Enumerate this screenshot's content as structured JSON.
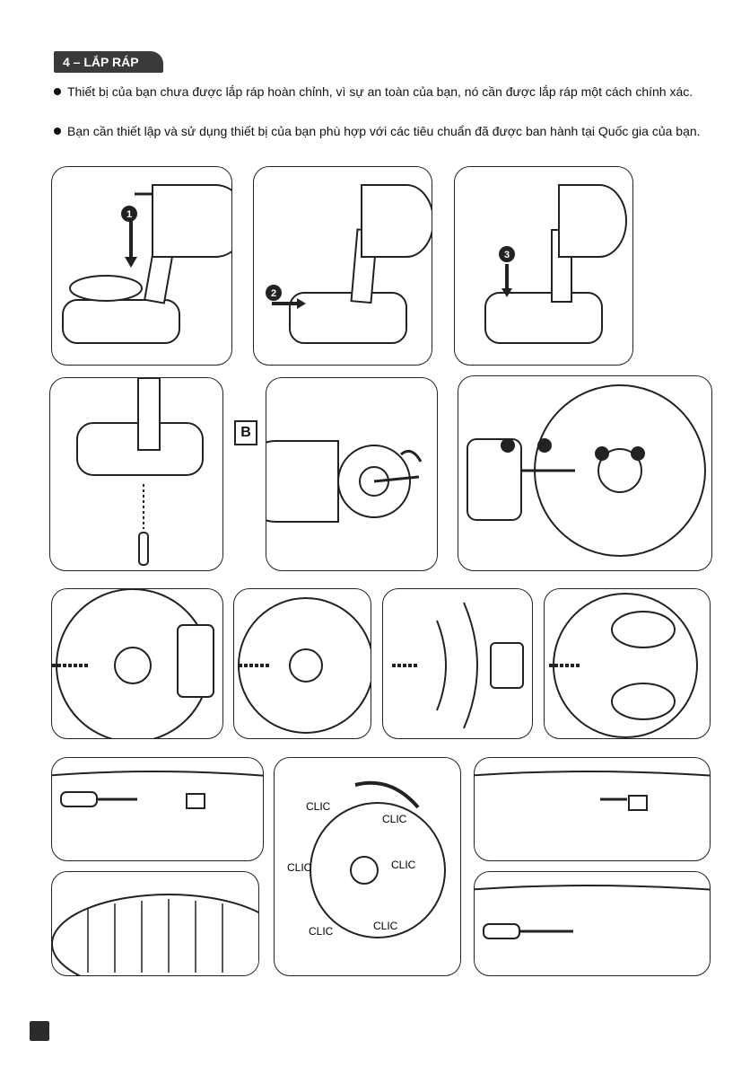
{
  "section_tag": "4 – LẮP RÁP",
  "paragraphs": [
    "Thiết bị của bạn chưa được lắp ráp hoàn chỉnh, vì sự an toàn của bạn, nó cần được lắp ráp một cách chính xác.",
    "Bạn cần thiết lập và sử dụng thiết bị của bạn phù hợp với các tiêu chuẩn đã được ban hành tại Quốc gia của bạn."
  ],
  "callout_b": "B",
  "step_numbers": [
    "1",
    "2",
    "3"
  ],
  "clic": "CLIC"
}
